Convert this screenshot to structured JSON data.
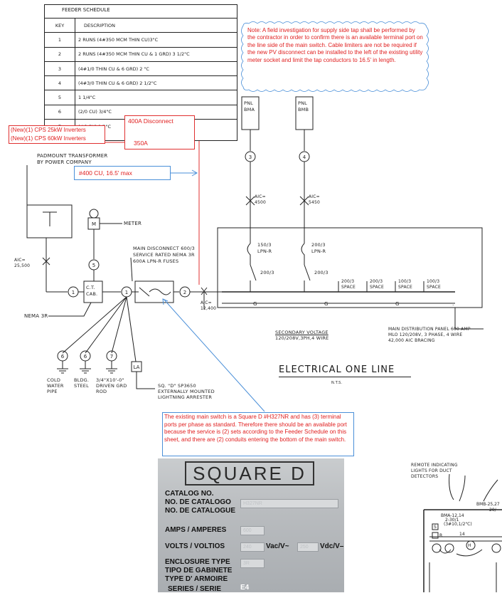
{
  "feeder_schedule": {
    "title": "FEEDER SCHEDULE",
    "col_key": "KEY",
    "col_desc": "DESCRIPTION",
    "rows": [
      {
        "key": "1",
        "desc": "2 RUNS (4#350 MCM THIN CU)3\"C"
      },
      {
        "key": "2",
        "desc": "2 RUNS (4#350 MCM THIN CU & 1 GRD) 3 1/2\"C"
      },
      {
        "key": "3",
        "desc": "(4#1/0 THIN CU & 6 GRD) 2 \"C"
      },
      {
        "key": "4",
        "desc": "(4#3/0 THIN CU & 6 GRD) 2 1/2\"C"
      },
      {
        "key": "5",
        "desc": "1 1/4\"C"
      },
      {
        "key": "6",
        "desc": "(2/0 CU) 3/4\"C"
      },
      {
        "key": "7",
        "desc": "(#6 CU) 1/2\"C"
      }
    ]
  },
  "note": "Note: A field investigation for supply side tap shall be performed by the contractor in order to confirm there is an available terminal port on the line side of the main switch. Cable limiters are not be required if the new PV disconnect can be installed to the left of the existing utility meter socket and limit the tap conductors to 16.5' in length.",
  "disconnect": {
    "label": "400A Disconnect",
    "fuse": "350A"
  },
  "inverters": [
    "(New)(1) CPS 25kW Inverters",
    "(New)(1) CPS 60kW Inverters"
  ],
  "tap_callout": "#400 CU, 16.5' max",
  "transformer_label": [
    "PADMOUNT TRANSFORMER",
    "BY POWER COMPANY"
  ],
  "aic_xfmr": [
    "AIC=",
    "25,500"
  ],
  "ct_cab": [
    "C.T.",
    "CAB."
  ],
  "nema": "NEMA 3R",
  "meter_letter": "M",
  "meter_label": "METER",
  "main_disc": [
    "MAIN DISCONNECT 600/3",
    "SERVICE RATED NEMA 3R",
    "600A LPN-R FUSES"
  ],
  "aic_main": [
    "AIC=",
    "12,400"
  ],
  "panels": [
    {
      "name": [
        "PNL",
        "BMA"
      ],
      "key": "3",
      "aic": [
        "AIC=",
        "4500"
      ],
      "breaker": [
        "150/3",
        "LPN-R"
      ],
      "rating": "200/3"
    },
    {
      "name": [
        "PNL",
        "BMB"
      ],
      "key": "4",
      "aic": [
        "AIC=",
        "5450"
      ],
      "breaker": [
        "200/3",
        "LPN-R"
      ],
      "rating": "200/3"
    }
  ],
  "spaces": [
    [
      "200/3",
      "SPACE"
    ],
    [
      "200/3",
      "SPACE"
    ],
    [
      "100/3",
      "SPACE"
    ],
    [
      "100/3",
      "SPACE"
    ]
  ],
  "ground_letter": "G",
  "grounds": [
    {
      "key": "6",
      "label": [
        "COLD",
        "WATER",
        "PIPE"
      ]
    },
    {
      "key": "6",
      "label": [
        "BLDG.",
        "STEEL"
      ]
    },
    {
      "key": "7",
      "label": [
        "3/4\"X10'-0\"",
        "DRIVEN GRD",
        "ROD"
      ]
    }
  ],
  "la": "LA",
  "arrester": [
    "SQ. \"D\" SP3650",
    "EXTERNALLY MOUNTED",
    "LIGHTNING ARRESTER"
  ],
  "secondary_voltage": [
    "SECONDARY VOLTAGE",
    "120/208V,3PH,4 WIRE"
  ],
  "mdp": [
    "MAIN DISTRIBUTION PANEL 600 AMP",
    "MLO 120/208V, 3 PHASE, 4 WIRE",
    "42,000 AIC BRACING"
  ],
  "drawing_title": "ELECTRICAL ONE LINE",
  "nts": "N.T.S.",
  "switch_note": "The existing main switch is a Square D #H327NR and has (3) terminal ports per phase as standard. Therefore there should be an available port because the service is (2) sets according to the Feeder Schedule on this sheet, and there are (2) conduits entering the bottom of the main switch.",
  "nameplate": {
    "brand": "SQUARE D",
    "catalog": [
      "CATALOG NO.",
      "NO. DE CATALOGO",
      "NO. DE CATALOGUE"
    ],
    "catalog_value": "H327NR",
    "amps": "AMPS / AMPERES",
    "amps_value": "600",
    "volts": "VOLTS / VOLTIOS",
    "volts_value": "240",
    "vac": "Vac/V~",
    "vdc_value": "250",
    "vdc": "Vdc/V–",
    "enclosure": [
      "ENCLOSURE TYPE",
      "TIPO DE GABINETE",
      "TYPE D' ARMOIRE"
    ],
    "enclosure_value": "3R",
    "series": "SERIES / SERIE",
    "series_value": "E4"
  },
  "remote": [
    "REMOTE INDICATING",
    "LIGHTS FOR DUCT",
    "DETECTORS"
  ],
  "riser_labels": {
    "bma": "BMA-12,14",
    "bmb": "BMB-25,27",
    "circuit": "2-30/1",
    "conduit": "(3#10,1/2\"C)",
    "num": "14",
    "s": "S",
    "r": "R",
    "h": "H",
    "partial": "20/"
  }
}
